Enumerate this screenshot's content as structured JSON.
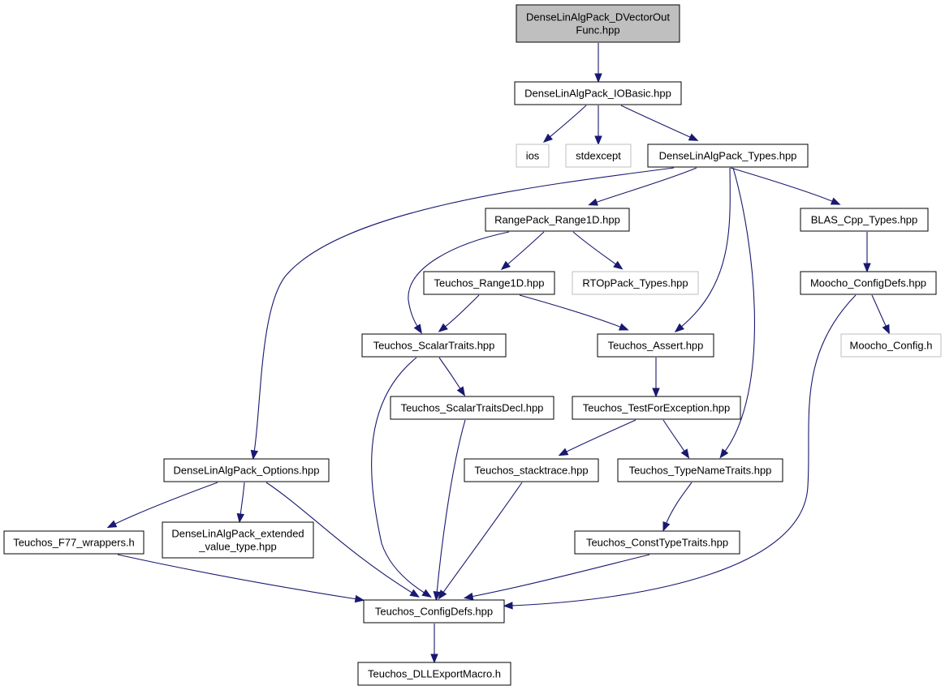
{
  "diagram": {
    "type": "include-dependency-graph",
    "colors": {
      "edge": "#191970",
      "root_fill": "#bfbfbf",
      "node_border": "#000000",
      "external_border": "#bfbfbf"
    },
    "nodes": [
      {
        "id": "root",
        "lines": [
          "DenseLinAlgPack_DVectorOut",
          "Func.hpp"
        ],
        "kind": "root"
      },
      {
        "id": "iobasic",
        "lines": [
          "DenseLinAlgPack_IOBasic.hpp"
        ],
        "kind": "file"
      },
      {
        "id": "ios",
        "lines": [
          "ios"
        ],
        "kind": "external"
      },
      {
        "id": "stdexcept",
        "lines": [
          "stdexcept"
        ],
        "kind": "external"
      },
      {
        "id": "types",
        "lines": [
          "DenseLinAlgPack_Types.hpp"
        ],
        "kind": "file"
      },
      {
        "id": "range1d_rp",
        "lines": [
          "RangePack_Range1D.hpp"
        ],
        "kind": "file"
      },
      {
        "id": "blas_types",
        "lines": [
          "BLAS_Cpp_Types.hpp"
        ],
        "kind": "file"
      },
      {
        "id": "teuchos_range1d",
        "lines": [
          "Teuchos_Range1D.hpp"
        ],
        "kind": "file"
      },
      {
        "id": "rtop_types",
        "lines": [
          "RTOpPack_Types.hpp"
        ],
        "kind": "external"
      },
      {
        "id": "moocho_configdefs",
        "lines": [
          "Moocho_ConfigDefs.hpp"
        ],
        "kind": "file"
      },
      {
        "id": "scalartraits",
        "lines": [
          "Teuchos_ScalarTraits.hpp"
        ],
        "kind": "file"
      },
      {
        "id": "assert",
        "lines": [
          "Teuchos_Assert.hpp"
        ],
        "kind": "file"
      },
      {
        "id": "moocho_config",
        "lines": [
          "Moocho_Config.h"
        ],
        "kind": "external"
      },
      {
        "id": "scalartraitsdecl",
        "lines": [
          "Teuchos_ScalarTraitsDecl.hpp"
        ],
        "kind": "file"
      },
      {
        "id": "testforexception",
        "lines": [
          "Teuchos_TestForException.hpp"
        ],
        "kind": "file"
      },
      {
        "id": "options",
        "lines": [
          "DenseLinAlgPack_Options.hpp"
        ],
        "kind": "file"
      },
      {
        "id": "stacktrace",
        "lines": [
          "Teuchos_stacktrace.hpp"
        ],
        "kind": "file"
      },
      {
        "id": "typenametraits",
        "lines": [
          "Teuchos_TypeNameTraits.hpp"
        ],
        "kind": "file"
      },
      {
        "id": "f77wrappers",
        "lines": [
          "Teuchos_F77_wrappers.h"
        ],
        "kind": "file"
      },
      {
        "id": "extended",
        "lines": [
          "DenseLinAlgPack_extended",
          "_value_type.hpp"
        ],
        "kind": "file"
      },
      {
        "id": "consttypetraits",
        "lines": [
          "Teuchos_ConstTypeTraits.hpp"
        ],
        "kind": "file"
      },
      {
        "id": "configdefs",
        "lines": [
          "Teuchos_ConfigDefs.hpp"
        ],
        "kind": "file"
      },
      {
        "id": "dllexport",
        "lines": [
          "Teuchos_DLLExportMacro.h"
        ],
        "kind": "file"
      }
    ],
    "edges": [
      {
        "from": "root",
        "to": "iobasic"
      },
      {
        "from": "iobasic",
        "to": "ios"
      },
      {
        "from": "iobasic",
        "to": "stdexcept"
      },
      {
        "from": "iobasic",
        "to": "types"
      },
      {
        "from": "types",
        "to": "range1d_rp"
      },
      {
        "from": "types",
        "to": "blas_types"
      },
      {
        "from": "types",
        "to": "assert"
      },
      {
        "from": "types",
        "to": "typenametraits"
      },
      {
        "from": "types",
        "to": "options"
      },
      {
        "from": "range1d_rp",
        "to": "teuchos_range1d"
      },
      {
        "from": "range1d_rp",
        "to": "rtop_types"
      },
      {
        "from": "range1d_rp",
        "to": "scalartraits"
      },
      {
        "from": "blas_types",
        "to": "moocho_configdefs"
      },
      {
        "from": "moocho_configdefs",
        "to": "moocho_config"
      },
      {
        "from": "moocho_configdefs",
        "to": "configdefs"
      },
      {
        "from": "teuchos_range1d",
        "to": "scalartraits"
      },
      {
        "from": "teuchos_range1d",
        "to": "assert"
      },
      {
        "from": "scalartraits",
        "to": "scalartraitsdecl"
      },
      {
        "from": "scalartraits",
        "to": "configdefs"
      },
      {
        "from": "assert",
        "to": "testforexception"
      },
      {
        "from": "scalartraitsdecl",
        "to": "configdefs"
      },
      {
        "from": "testforexception",
        "to": "stacktrace"
      },
      {
        "from": "testforexception",
        "to": "typenametraits"
      },
      {
        "from": "options",
        "to": "f77wrappers"
      },
      {
        "from": "options",
        "to": "extended"
      },
      {
        "from": "options",
        "to": "configdefs"
      },
      {
        "from": "stacktrace",
        "to": "configdefs"
      },
      {
        "from": "typenametraits",
        "to": "consttypetraits"
      },
      {
        "from": "f77wrappers",
        "to": "configdefs"
      },
      {
        "from": "consttypetraits",
        "to": "configdefs"
      },
      {
        "from": "configdefs",
        "to": "dllexport"
      }
    ]
  }
}
